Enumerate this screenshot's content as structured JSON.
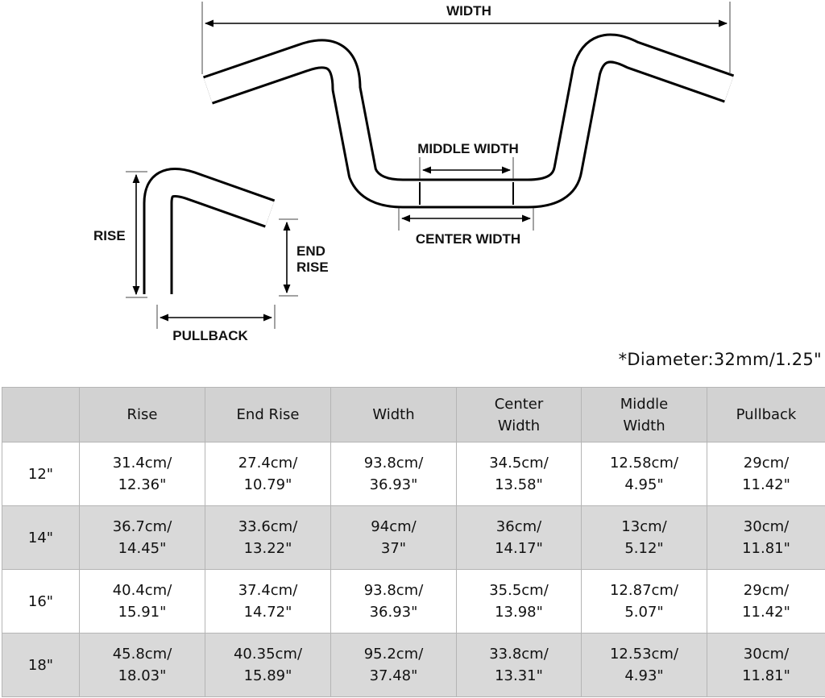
{
  "diagram": {
    "labels": {
      "width": "WIDTH",
      "middle_width": "MIDDLE WIDTH",
      "center_width": "CENTER WIDTH",
      "rise": "RISE",
      "end_rise_1": "END",
      "end_rise_2": "RISE",
      "pullback": "PULLBACK"
    }
  },
  "diameter_note": "*Diameter:32mm/1.25\"",
  "table": {
    "headers": [
      "",
      "Rise",
      "End Rise",
      "Width",
      "Center\nWidth",
      "Middle\nWidth",
      "Pullback"
    ],
    "rows": [
      [
        "12\"",
        "31.4cm/\n12.36\"",
        "27.4cm/\n10.79\"",
        "93.8cm/\n36.93\"",
        "34.5cm/\n13.58\"",
        "12.58cm/\n4.95\"",
        "29cm/\n11.42\""
      ],
      [
        "14\"",
        "36.7cm/\n14.45\"",
        "33.6cm/\n13.22\"",
        "94cm/\n37\"",
        "36cm/\n14.17\"",
        "13cm/\n5.12\"",
        "30cm/\n11.81\""
      ],
      [
        "16\"",
        "40.4cm/\n15.91\"",
        "37.4cm/\n14.72\"",
        "93.8cm/\n36.93\"",
        "35.5cm/\n13.98\"",
        "12.87cm/\n5.07\"",
        "29cm/\n11.42\""
      ],
      [
        "18\"",
        "45.8cm/\n18.03\"",
        "40.35cm/\n15.89\"",
        "95.2cm/\n37.48\"",
        "33.8cm/\n13.31\"",
        "12.53cm/\n4.93\"",
        "30cm/\n11.81\""
      ]
    ]
  }
}
